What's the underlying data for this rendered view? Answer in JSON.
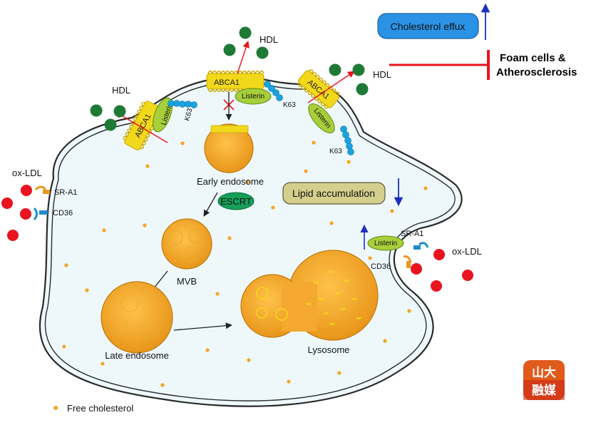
{
  "labels": {
    "hdl_left": "HDL",
    "hdl_top": "HDL",
    "hdl_right": "HDL",
    "abca1_left": "ABCA1",
    "abca1_top": "ABCA1",
    "abca1_right": "ABCA1",
    "listerin_left": "Listerin",
    "listerin_top": "Listerin",
    "listerin_right": "Listerin",
    "listerin_low": "Listerin",
    "k63_left": "K63",
    "k63_top": "K63",
    "k63_right": "K63",
    "ox_ldl_left": "ox-LDL",
    "ox_ldl_right": "ox-LDL",
    "sr_a1_left": "SR-A1",
    "sr_a1_right": "SR-A1",
    "cd36_left": "CD36",
    "cd36_right": "CD36",
    "early_endosome": "Early endosome",
    "escrt": "ESCRT",
    "mvb": "MVB",
    "late_endosome": "Late endosome",
    "lysosome": "Lysosome",
    "lipid_accumulation": "Lipid accumulation",
    "cholesterol_efflux": "Cholesterol effux",
    "foam_cells_line1": "Foam cells &",
    "foam_cells_line2": "Atherosclerosis",
    "legend_free_cholesterol": "Free cholesterol"
  },
  "watermark": {
    "line1": "山大",
    "line2": "融媒"
  },
  "colors": {
    "hdl": "#1f7a36",
    "ox_ldl": "#e8141e",
    "abca1": "#f2d81a",
    "listerin": "#a7cf3a",
    "k63": "#1aa3e0",
    "vesicle": "#f5a623",
    "escrt": "#15a05a",
    "lipid_box": "#d4cf8c",
    "efflux_box": "#2b93e6",
    "cell": "#eef8fb",
    "sr_a1": "#e8961e",
    "cd36": "#1e8ccf",
    "inhibit": "#e8141e",
    "arrow_up": "#1b2fbf",
    "watermark": "#e05a1a"
  }
}
